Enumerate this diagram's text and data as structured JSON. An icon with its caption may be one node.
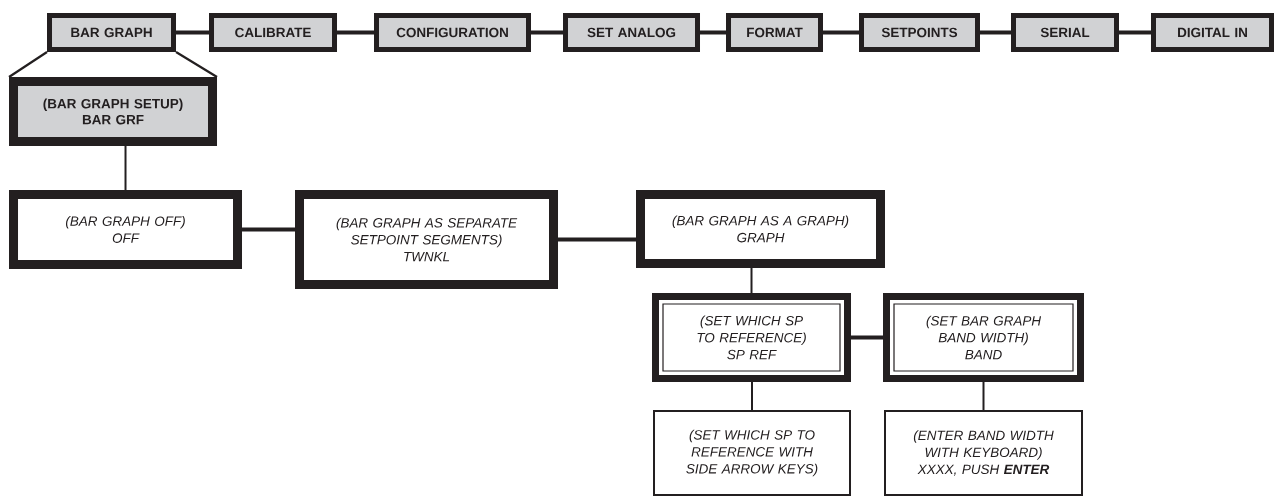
{
  "diagram": {
    "nodes": [
      {
        "text": [
          "BAR GRAPH"
        ]
      },
      {
        "text": [
          "CALIBRATE"
        ]
      },
      {
        "text": [
          "CONFIGURATION"
        ]
      },
      {
        "text": [
          "SET ANALOG"
        ]
      },
      {
        "text": [
          "FORMAT"
        ]
      },
      {
        "text": [
          "SETPOINTS"
        ]
      },
      {
        "text": [
          "SERIAL"
        ]
      },
      {
        "text": [
          "DIGITAL IN"
        ]
      },
      {
        "text": [
          "(BAR GRAPH SETUP)",
          "BAR GRF"
        ]
      },
      {
        "text": [
          "(BAR GRAPH OFF)",
          "OFF"
        ]
      },
      {
        "text": [
          "(BAR GRAPH AS SEPARATE SETPOINT SEGMENTS)",
          "TWNKL"
        ]
      },
      {
        "text": [
          "(BAR GRAPH AS A GRAPH)",
          "GRAPH"
        ]
      },
      {
        "text": [
          "(SET WHICH SP TO REFERENCE)",
          "SP REF"
        ]
      },
      {
        "text": [
          "(SET BAR GRAPH BAND WIDTH)",
          "BAND"
        ]
      },
      {
        "text": [
          "(SET WHICH SP TO REFERENCE WITH SIDE ARROW KEYS)"
        ]
      },
      {
        "text": [
          "(ENTER BAND WIDTH WITH KEYBOARD)",
          "XXXX, PUSH **ENTER**"
        ]
      }
    ],
    "edges": [
      {
        "from": 0,
        "to": 1,
        "arrow": "none"
      },
      {
        "from": 1,
        "to": 2,
        "arrow": "none"
      },
      {
        "from": 2,
        "to": 3,
        "arrow": "none"
      },
      {
        "from": 3,
        "to": 4,
        "arrow": "none"
      },
      {
        "from": 4,
        "to": 5,
        "arrow": "none"
      },
      {
        "from": 5,
        "to": 6,
        "arrow": "none"
      },
      {
        "from": 6,
        "to": 7,
        "arrow": "none"
      },
      {
        "from": 0,
        "to": 8,
        "arrow": "none"
      },
      {
        "from": 8,
        "to": 9,
        "arrow": "none"
      },
      {
        "from": 9,
        "to": 10,
        "arrow": "none"
      },
      {
        "from": 10,
        "to": 11,
        "arrow": "none"
      },
      {
        "from": 11,
        "to": 12,
        "arrow": "none"
      },
      {
        "from": 12,
        "to": 13,
        "arrow": "none"
      },
      {
        "from": 12,
        "to": 14,
        "arrow": "none"
      },
      {
        "from": 13,
        "to": 15,
        "arrow": "none"
      }
    ]
  }
}
